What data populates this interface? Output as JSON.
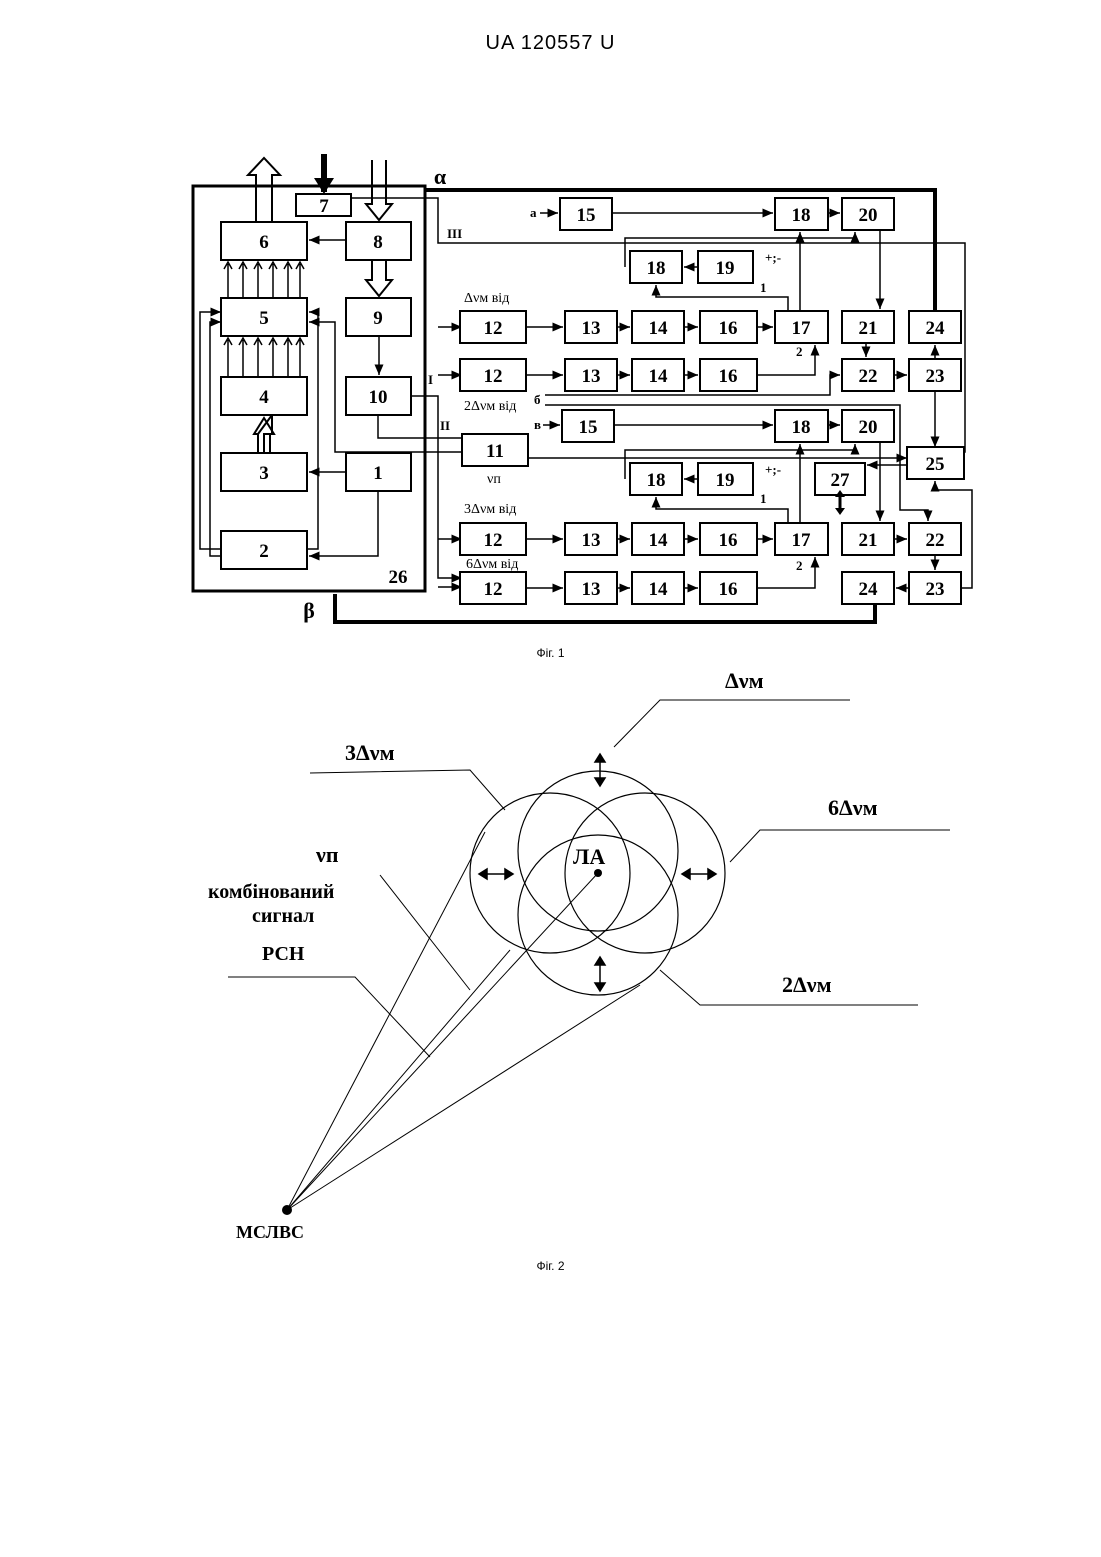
{
  "header": {
    "doc_number": "UA   120557   U"
  },
  "fig1": {
    "caption": "Фіг. 1",
    "block_labels": {
      "b1": "1",
      "b2": "2",
      "b3": "3",
      "b4": "4",
      "b5": "5",
      "b6": "6",
      "b7": "7",
      "b8": "8",
      "b9": "9",
      "b10": "10",
      "b11": "11",
      "b15": "15",
      "b18": "18",
      "b19": "19",
      "b20": "20",
      "b12": "12",
      "b13": "13",
      "b14": "14",
      "b16": "16",
      "b17": "17",
      "b21": "21",
      "b22": "22",
      "b23": "23",
      "b24": "24",
      "b25": "25",
      "b26": "26",
      "b27": "27"
    },
    "annotations": {
      "alpha": "α",
      "beta": "β",
      "roman1": "I",
      "roman2": "II",
      "roman3": "III",
      "in_a": "а",
      "in_v": "в",
      "in_b": "б",
      "pm": "+;-",
      "port1": "1",
      "port2": "2",
      "dnu_m_vid": "Δνм від",
      "two_dnu_m_vid": "2Δνм від",
      "three_dnu_m_vid": "3Δνм від",
      "six_dnu_m_vid": "6Δνм від",
      "nu_n": "νп"
    }
  },
  "fig2": {
    "caption": "Фіг. 2",
    "labels": {
      "dnu_m": "Δνм",
      "three_dnu_m": "3Δνм",
      "six_dnu_m": "6Δνм",
      "two_dnu_m": "2Δνм",
      "nu_n": "νп",
      "combined_1": "комбінований",
      "combined_2": "сигнал",
      "rsn": "РСН",
      "la": "ЛА",
      "mslvs": "МСЛВС"
    }
  }
}
